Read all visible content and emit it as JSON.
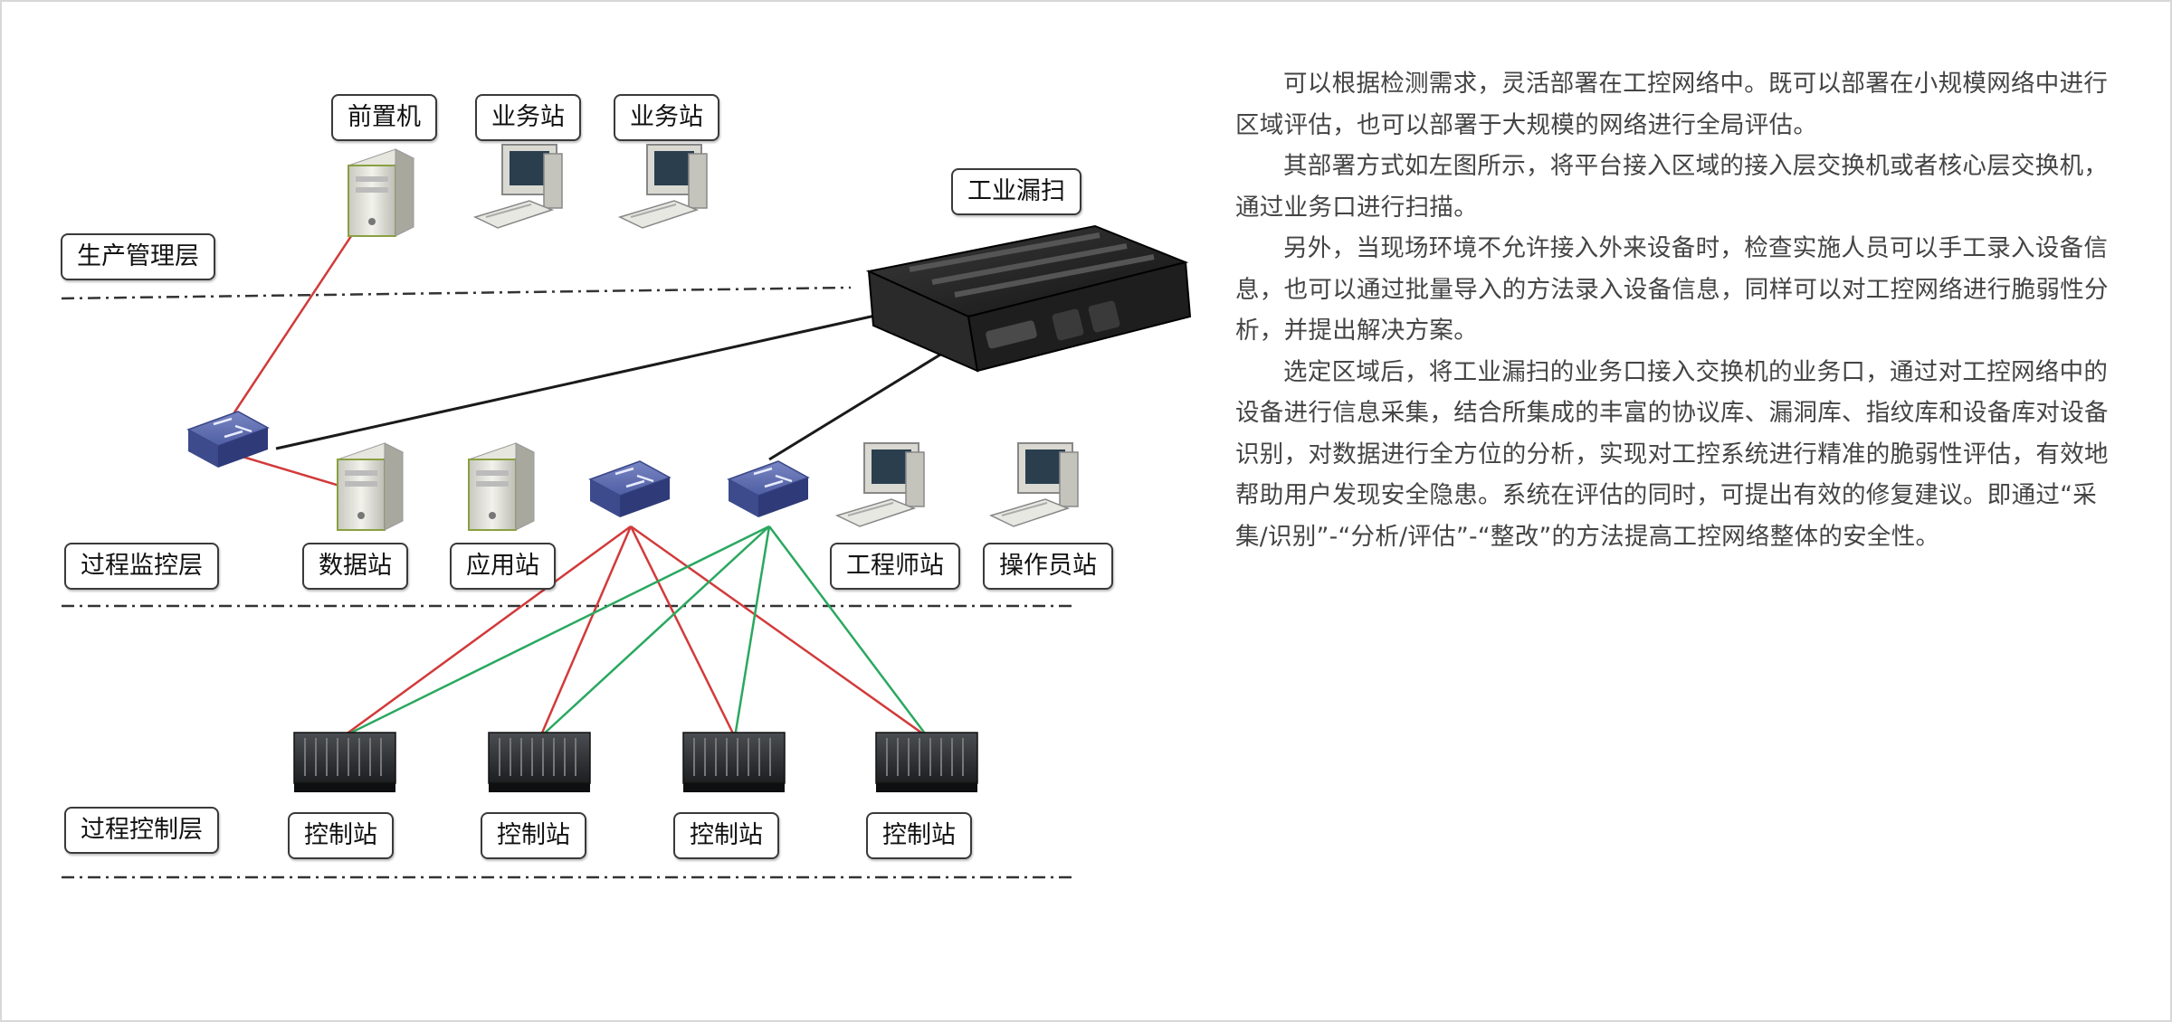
{
  "layers": {
    "production": "生产管理层",
    "monitoring": "过程监控层",
    "control": "过程控制层"
  },
  "nodes": {
    "frontend": "前置机",
    "business_1": "业务站",
    "business_2": "业务站",
    "scanner": "工业漏扫",
    "data_station": "数据站",
    "app_station": "应用站",
    "engineer_station": "工程师站",
    "operator_station": "操作员站",
    "control_1": "控制站",
    "control_2": "控制站",
    "control_3": "控制站",
    "control_4": "控制站"
  },
  "description": {
    "p1": "可以根据检测需求，灵活部署在工控网络中。既可以部署在小规模网络中进行区域评估，也可以部署于大规模的网络进行全局评估。",
    "p2": "其部署方式如左图所示，将平台接入区域的接入层交换机或者核心层交换机，通过业务口进行扫描。",
    "p3": "另外，当现场环境不允许接入外来设备时，检查实施人员可以手工录入设备信息，也可以通过批量导入的方法录入设备信息，同样可以对工控网络进行脆弱性分析，并提出解决方案。",
    "p4": "选定区域后，将工业漏扫的业务口接入交换机的业务口，通过对工控网络中的设备进行信息采集，结合所集成的丰富的协议库、漏洞库、指纹库和设备库对设备识别，对数据进行全方位的分析，实现对工控系统进行精准的脆弱性评估，有效地帮助用户发现安全隐患。系统在评估的同时，可提出有效的修复建议。即通过“采集/识别”-“分析/评估”-“整改”的方法提高工控网络整体的安全性。"
  },
  "colors": {
    "red_link": "#d23a3a",
    "green_link": "#2aa860",
    "black_link": "#1a1a1a",
    "switch": "#4f5ea3"
  }
}
